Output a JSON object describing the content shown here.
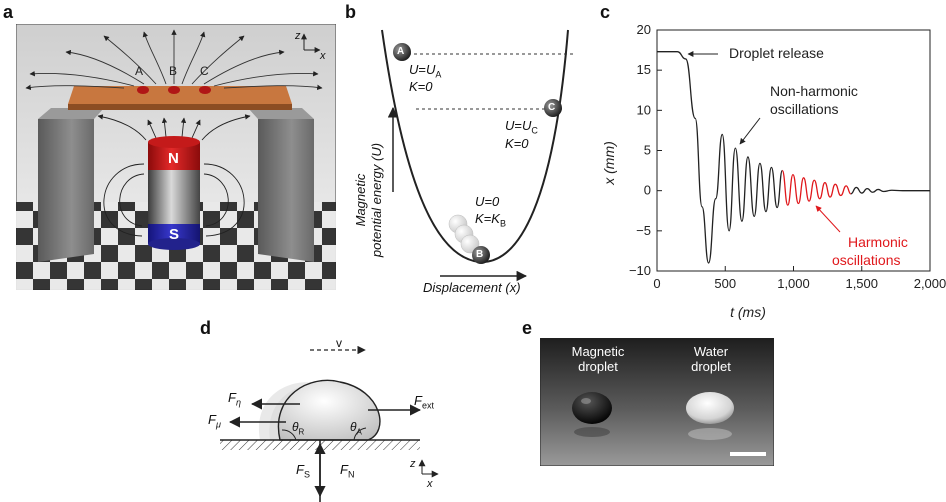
{
  "panels": {
    "a": "a",
    "b": "b",
    "c": "c",
    "d": "d",
    "e": "e"
  },
  "panel_a": {
    "labels": [
      "A",
      "B",
      "C"
    ],
    "north": "N",
    "south": "S",
    "axis_z": "z",
    "axis_x": "x"
  },
  "panel_b": {
    "ylabel_line1": "Magnetic",
    "ylabel_line2": "potential energy (U)",
    "xlabel": "Displacement (x)",
    "point_a": "A",
    "point_b": "B",
    "point_c": "C",
    "a_u_pre": "U",
    "a_u_eq": "=",
    "a_u_sym": "U",
    "a_u_sub": "A",
    "a_k": "K=0",
    "c_u_pre": "U",
    "c_u_eq": "=",
    "c_u_sym": "U",
    "c_u_sub": "C",
    "c_k": "K=0",
    "b_u": "U=0",
    "b_k_pre": "K=K",
    "b_k_sub": "B"
  },
  "panel_c": {
    "release": "Droplet release",
    "nonharm_1": "Non-harmonic",
    "nonharm_2": "oscillations",
    "harm_1": "Harmonic",
    "harm_2": "oscillations",
    "colors": {
      "curve": "#222222",
      "harmonic": "#e0181c"
    }
  },
  "panel_d": {
    "v": "v",
    "f_eta": "F",
    "f_eta_sub": "η",
    "f_mu": "F",
    "f_mu_sub": "μ",
    "f_ext": "F",
    "f_ext_sub": "ext",
    "f_s": "F",
    "f_s_sub": "S",
    "f_n": "F",
    "f_n_sub": "N",
    "theta_r": "θ",
    "theta_r_sub": "R",
    "theta_a": "θ",
    "theta_a_sub": "A",
    "axis_z": "z",
    "axis_x": "x"
  },
  "panel_e": {
    "magnetic_1": "Magnetic",
    "magnetic_2": "droplet",
    "water_1": "Water",
    "water_2": "droplet"
  },
  "chart_data": {
    "type": "line",
    "title": "",
    "xlabel": "t (ms)",
    "ylabel": "x (mm)",
    "xlim": [
      0,
      2000
    ],
    "ylim": [
      -10,
      20
    ],
    "xticks": [
      0,
      500,
      1000,
      1500,
      2000
    ],
    "xtick_labels": [
      "0",
      "500",
      "1,000",
      "1,500",
      "2,000"
    ],
    "yticks": [
      -10,
      -5,
      0,
      5,
      10,
      15,
      20
    ],
    "ytick_labels": [
      "−10",
      "−5",
      "0",
      "5",
      "10",
      "15",
      "20"
    ],
    "grid": false,
    "series": [
      {
        "x": [
          0,
          150,
          210,
          280,
          330,
          378,
          430,
          478,
          528,
          574,
          622,
          666,
          712,
          754,
          798,
          838,
          880,
          918
        ],
        "y": [
          17.3,
          17.3,
          16.4,
          9.0,
          -2.0,
          -9.0,
          -1.0,
          7.0,
          -5.0,
          5.3,
          -3.8,
          4.2,
          -3.2,
          3.4,
          -2.6,
          2.9,
          -2.1,
          2.5
        ]
      },
      {
        "x": [
          918,
          958,
          996,
          1036,
          1074,
          1114,
          1152,
          1192,
          1230,
          1268,
          1306,
          1346,
          1386,
          1420
        ],
        "y": [
          2.5,
          -1.8,
          2.0,
          -1.6,
          1.6,
          -1.3,
          1.3,
          -1.0,
          1.0,
          -0.8,
          0.8,
          -0.6,
          0.6,
          -0.4
        ]
      },
      {
        "x": [
          1420,
          1460,
          1500,
          1540,
          1580,
          1620,
          1660,
          1720,
          1800,
          1900,
          2000
        ],
        "y": [
          -0.4,
          0.4,
          -0.3,
          0.25,
          -0.2,
          0.15,
          -0.1,
          0.05,
          0,
          0,
          0
        ]
      }
    ]
  }
}
